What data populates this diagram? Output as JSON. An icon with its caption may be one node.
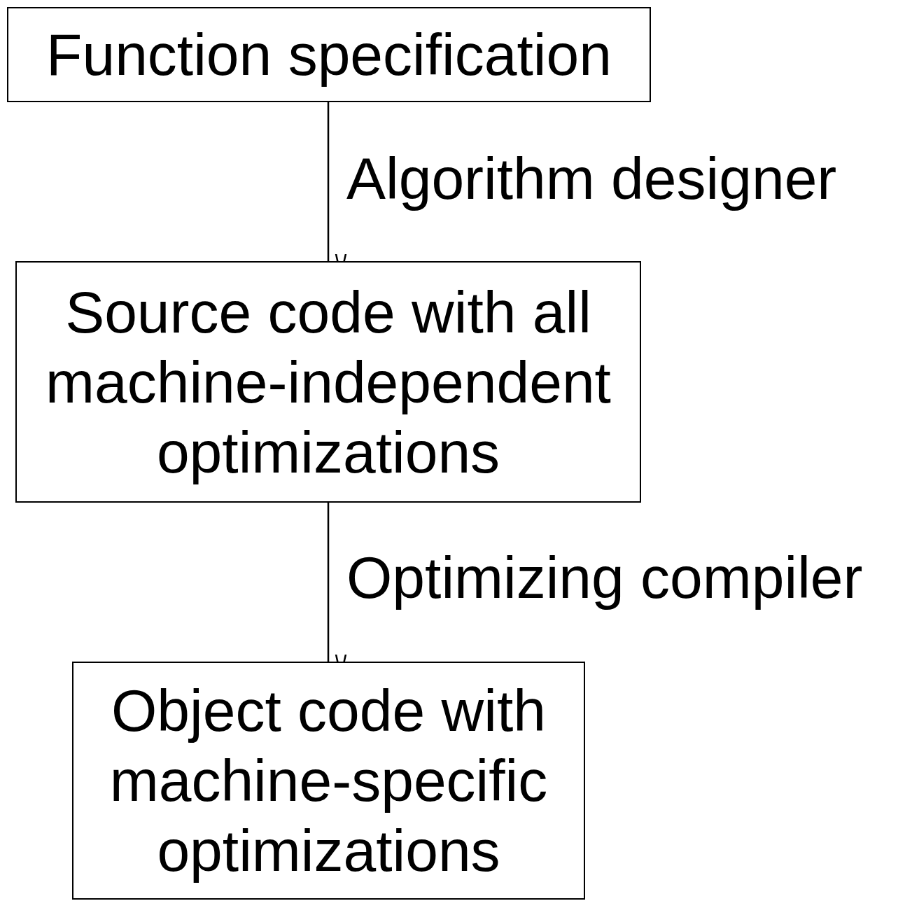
{
  "diagram": {
    "nodes": [
      {
        "text": [
          "Function specification"
        ]
      },
      {
        "text": [
          "Source code with all machine-independent optimizations"
        ]
      },
      {
        "text": [
          "Object code with machine-specific optimizations"
        ]
      }
    ],
    "edges": [
      {
        "from": 0,
        "to": 1,
        "arrow": "to",
        "label": "Algorithm designer"
      },
      {
        "from": 1,
        "to": 2,
        "arrow": "to",
        "label": "Optimizing compiler"
      }
    ]
  }
}
